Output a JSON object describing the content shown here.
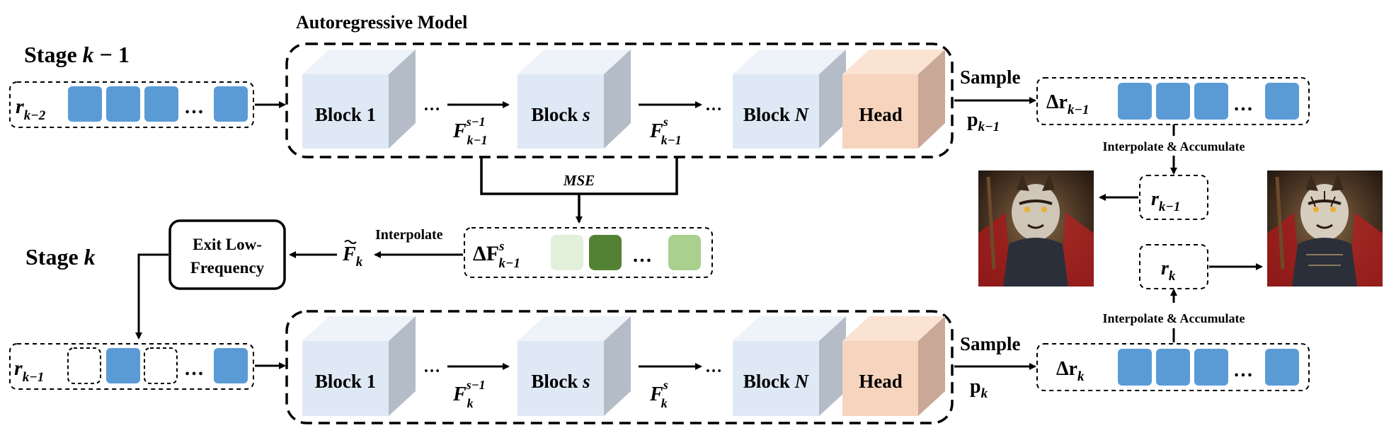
{
  "model_title": "Autoregressive Model",
  "stage_top": {
    "prefix": "Stage ",
    "var": "k",
    "suffix": " − 1"
  },
  "stage_bottom": {
    "prefix": "Stage ",
    "var": "k"
  },
  "blocks": {
    "block1": "Block 1",
    "blocks_prefix": "Block ",
    "blocks_var": "s",
    "blockN_prefix": "Block ",
    "blockN_var": "N",
    "head": "Head"
  },
  "ellipsis": "…",
  "labels": {
    "sample": "Sample",
    "mse": "MSE",
    "interpolate": "Interpolate",
    "interp_accumulate": "Interpolate & Accumulate",
    "exit_line1": "Exit Low-",
    "exit_line2": "Frequency"
  },
  "math": {
    "r": "r",
    "dr": "Δr",
    "p": "p",
    "F": "F",
    "dF": "ΔF",
    "sub_km2": "k−2",
    "sub_km1": "k−1",
    "sub_k": "k",
    "sup_sm1": "s−1",
    "sup_s": "s"
  },
  "colors": {
    "token_blue": "#5b9bd5",
    "block_face": "#dfe9f5",
    "block_side": "#b4bcc7",
    "block_top": "#eef3fa",
    "head_face": "#f6d4bd",
    "head_side": "#caa898",
    "head_top": "#fae3d3",
    "feat_light": "#e2efda",
    "feat_dark": "#548235",
    "feat_mid": "#a9d08e"
  },
  "images": [
    {
      "name": "tiger-warrior-image-low-frequency"
    },
    {
      "name": "tiger-warrior-image-refined"
    }
  ]
}
